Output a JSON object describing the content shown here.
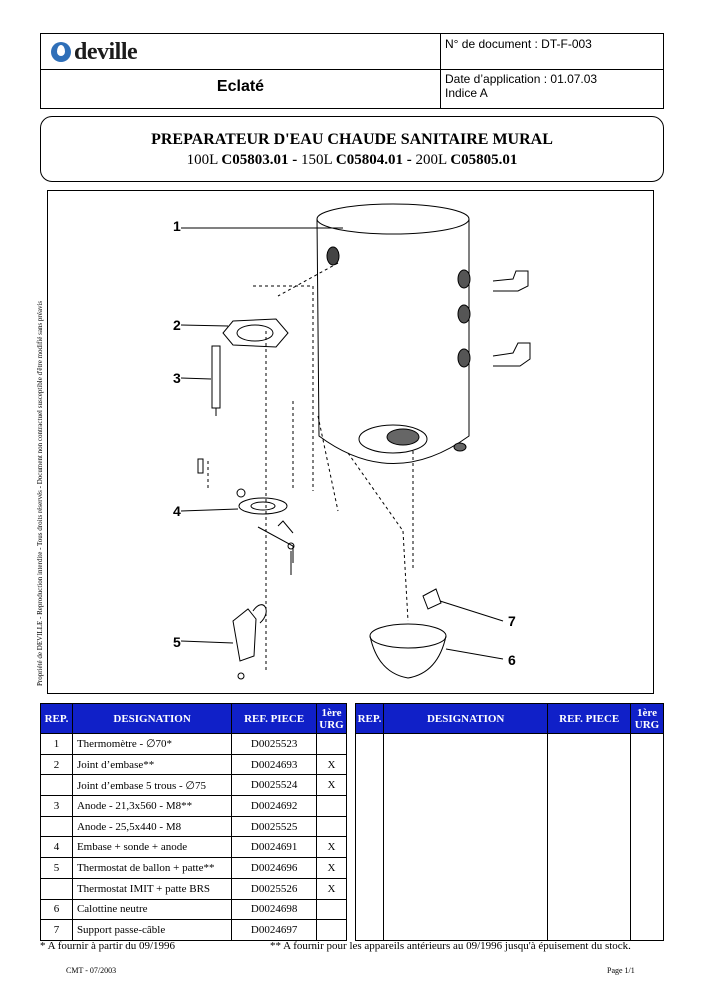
{
  "header": {
    "logo_text": "deville",
    "doc_title": "Eclaté",
    "doc_number": "N° de document : DT-F-003",
    "doc_date": "Date d’application : 01.07.03",
    "doc_index": "Indice A"
  },
  "product": {
    "title": "PREPARATEUR D'EAU CHAUDE SANITAIRE MURAL",
    "v1_cap": "100L ",
    "v1_ref": "C05803.01",
    "sep1": " - ",
    "v2_cap": "150L ",
    "v2_ref": "C05804.01",
    "sep2": " - ",
    "v3_cap": "200L ",
    "v3_ref": "C05805.01"
  },
  "side_note": "Propriété de DEVILLE - Reproduction interdite - Tous droits réservés - Document non contractuel susceptible d'être modifié sans préavis",
  "callouts": [
    "1",
    "2",
    "3",
    "4",
    "5",
    "7",
    "6"
  ],
  "table": {
    "headers": {
      "rep": "REP.",
      "designation": "DESIGNATION",
      "ref": "REF. PIECE",
      "urg": "1ère URG"
    },
    "rows": [
      {
        "rep": "1",
        "designation": "Thermomètre - ∅70*",
        "ref": "D0025523",
        "urg": ""
      },
      {
        "rep": "2",
        "designation": "Joint d’embase**",
        "ref": "D0024693",
        "urg": "X"
      },
      {
        "rep": "",
        "designation": "Joint d’embase 5 trous - ∅75",
        "ref": "D0025524",
        "urg": "X"
      },
      {
        "rep": "3",
        "designation": "Anode - 21,3x560 - M8**",
        "ref": "D0024692",
        "urg": ""
      },
      {
        "rep": "",
        "designation": "Anode - 25,5x440 - M8",
        "ref": "D0025525",
        "urg": ""
      },
      {
        "rep": "4",
        "designation": "Embase + sonde + anode",
        "ref": "D0024691",
        "urg": "X"
      },
      {
        "rep": "5",
        "designation": "Thermostat de ballon + patte**",
        "ref": "D0024696",
        "urg": "X"
      },
      {
        "rep": "",
        "designation": "Thermostat IMIT + patte BRS",
        "ref": "D0025526",
        "urg": "X"
      },
      {
        "rep": "6",
        "designation": "Calottine neutre",
        "ref": "D0024698",
        "urg": ""
      },
      {
        "rep": "7",
        "designation": "Support passe-câble",
        "ref": "D0024697",
        "urg": ""
      }
    ]
  },
  "footnotes": {
    "single": "* A fournir à partir du 09/1996",
    "double": "** A fournir pour les appareils antérieurs au 09/1996 jusqu'à épuisement du stock."
  },
  "footer": {
    "cmt": "CMT - 07/2003",
    "page": "Page 1/1"
  },
  "colors": {
    "table_header": "#1020c8",
    "logo": "#2f6fb8"
  }
}
